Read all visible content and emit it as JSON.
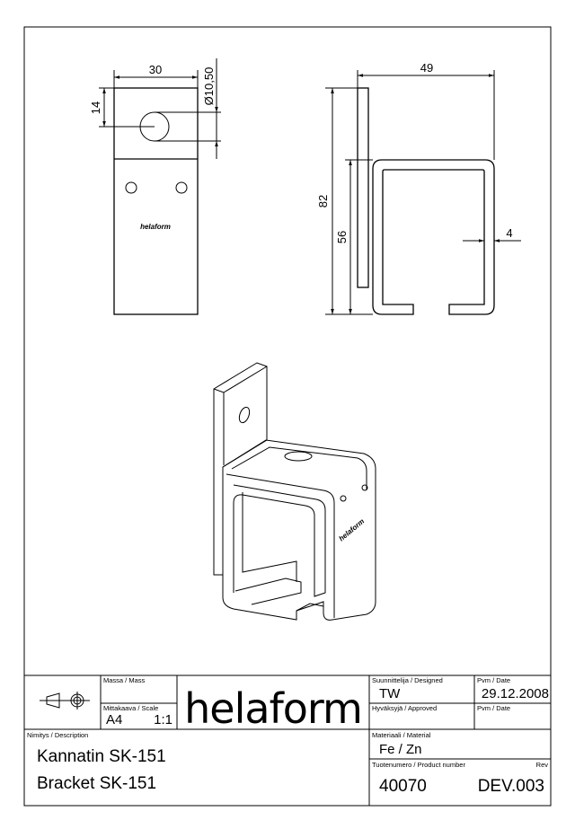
{
  "dimensions": {
    "front_width": "30",
    "hole_offset": "14",
    "hole_diameter": "Ø10,50",
    "side_width": "49",
    "overall_height": "82",
    "channel_height": "56",
    "wall_thickness": "4"
  },
  "part_marking": "helaform",
  "title_block": {
    "mass_label": "Massa / Mass",
    "mass_value": "",
    "scale_label": "Mittakaava / Scale",
    "sheet_size": "A4",
    "scale_value": "1:1",
    "logo": "helaform",
    "designed_label": "Suunnittelija / Designed",
    "designed_value": "TW",
    "date_label": "Pvm / Date",
    "date_value": "29.12.2008",
    "approved_label": "Hyväksyjä / Approved",
    "approved_date_label": "Pvm / Date",
    "description_label": "Nimitys / Description",
    "description_fi": "Kannatin SK-151",
    "description_en": "Bracket SK-151",
    "material_label": "Materiaali / Material",
    "material_value": "Fe / Zn",
    "product_label": "Tuotenumero / Product number",
    "rev_label": "Rev",
    "product_number": "40070",
    "revision": "DEV.003"
  }
}
